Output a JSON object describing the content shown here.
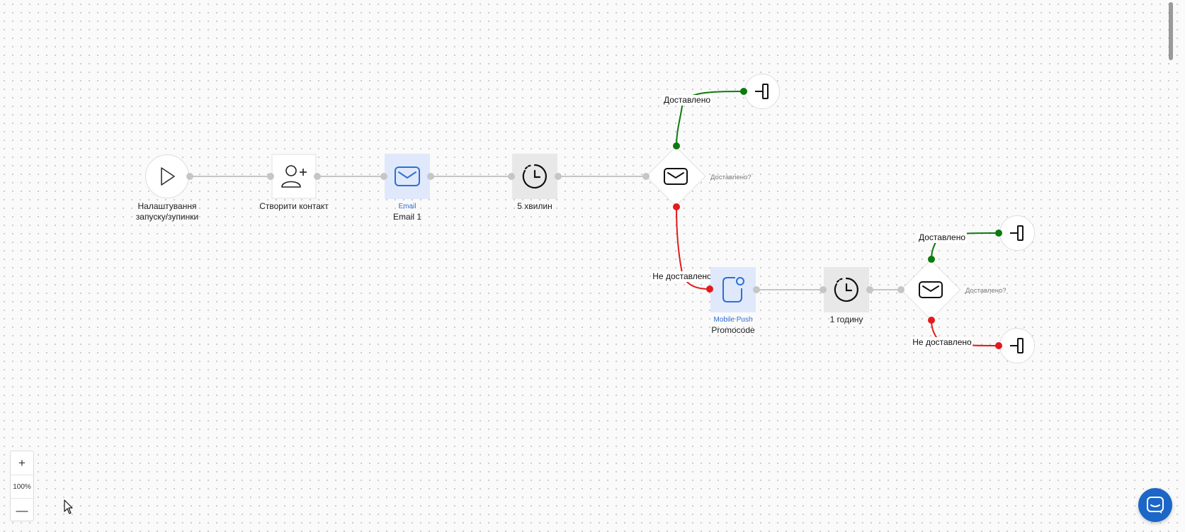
{
  "nodes": {
    "start": {
      "label": "Налаштування запуску/зупинки"
    },
    "create_contact": {
      "label": "Створити контакт"
    },
    "email": {
      "type": "Email",
      "label": "Email 1"
    },
    "wait_1": {
      "label": "5 хвилин"
    },
    "condition_1": {
      "label": "Доставлено?",
      "yes": "Доставлено",
      "no": "Не доставлено"
    },
    "push": {
      "type": "Mobile Push",
      "label": "Promocode"
    },
    "wait_2": {
      "label": "1 годину"
    },
    "condition_2": {
      "label": "Доставлено?",
      "yes": "Доставлено",
      "no": "Не доставлено"
    }
  },
  "zoom": {
    "plus": "+",
    "level": "100%",
    "minus": "—"
  },
  "colors": {
    "connector": "#c6c6c6",
    "yes_branch": "#0d7a0d",
    "no_branch": "#e21b1b",
    "email_bg": "#dfe9fb",
    "accent": "#1c66c7"
  },
  "icons": {
    "start": "play-icon",
    "create_contact": "add-user-icon",
    "email": "envelope-icon",
    "wait": "timer-icon",
    "condition": "envelope-icon",
    "push": "mobile-push-icon",
    "exit": "exit-icon",
    "chat": "chat-icon"
  }
}
